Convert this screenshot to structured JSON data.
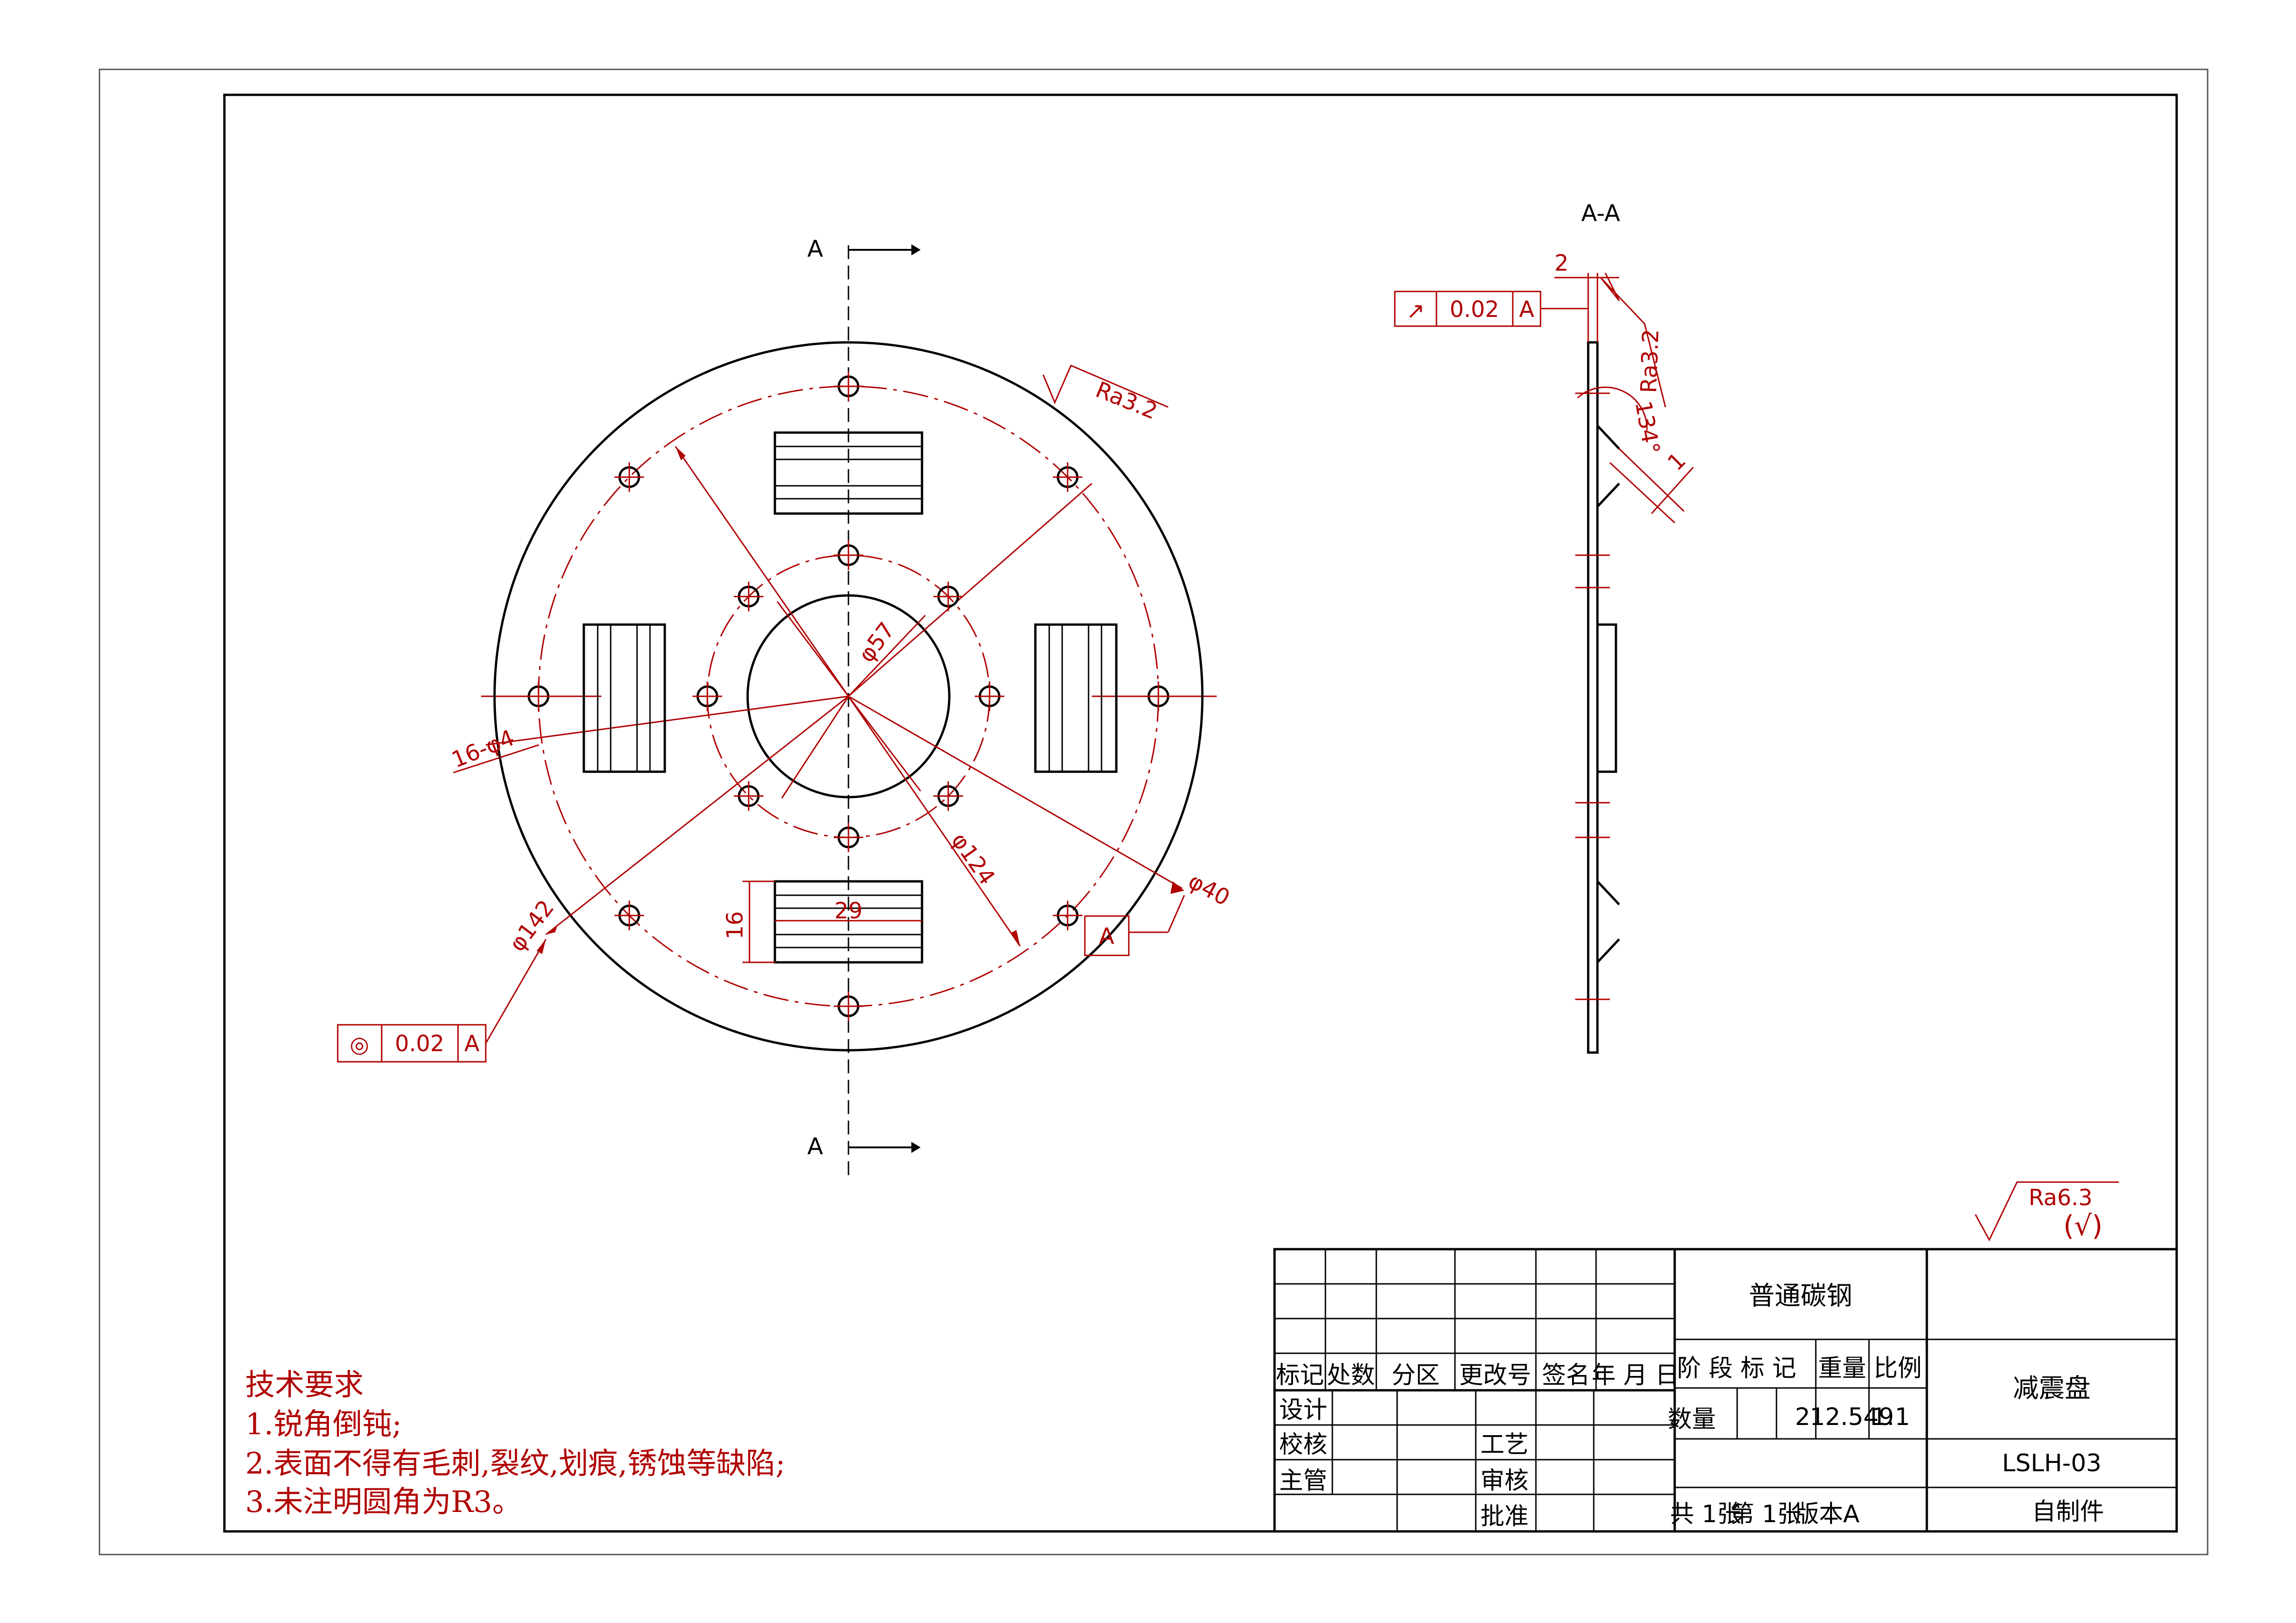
{
  "section_label": "A",
  "section_view_title": "A-A",
  "dimensions": {
    "holes": "16-φ4",
    "d57": "φ57",
    "d124": "φ124",
    "d142": "φ142",
    "d40": "φ40",
    "w16": "16",
    "w29": "29",
    "t2": "2",
    "t1": "1",
    "angle": "134°"
  },
  "roughness": {
    "face": "Ra3.2",
    "side": "Ra3.2",
    "general": "Ra6.3",
    "general_check": "(√)"
  },
  "tolerances": {
    "concentricity": {
      "symbol": "◎",
      "value": "0.02",
      "datum": "A"
    },
    "runout": {
      "symbol": "↗",
      "value": "0.02",
      "datum": "A"
    },
    "datum_label": "A"
  },
  "notes": {
    "title": "技术要求",
    "items": [
      "1.锐角倒钝;",
      "2.表面不得有毛刺,裂纹,划痕,锈蚀等缺陷;",
      "3.未注明圆角为R3。"
    ]
  },
  "title_block": {
    "material": "普通碳钢",
    "part_name": "减震盘",
    "drawing_no": "LSLH-03",
    "source": "自制件",
    "rev_headers": [
      "标记",
      "处数",
      "分区",
      "更改号",
      "签名",
      "年 月 日"
    ],
    "sign_rows": [
      "设计",
      "校核",
      "主管"
    ],
    "sign_right": [
      "工艺",
      "审核",
      "批准"
    ],
    "stage_header": "阶 段 标 记",
    "weight_header": "重量",
    "scale_header": "比例",
    "quantity_label": "数量",
    "quantity_value": "2",
    "weight_value": "12.549",
    "scale_value": "1:1",
    "sheets_total": "共 1张",
    "sheet_no": "第 1张",
    "version": "版本A"
  }
}
